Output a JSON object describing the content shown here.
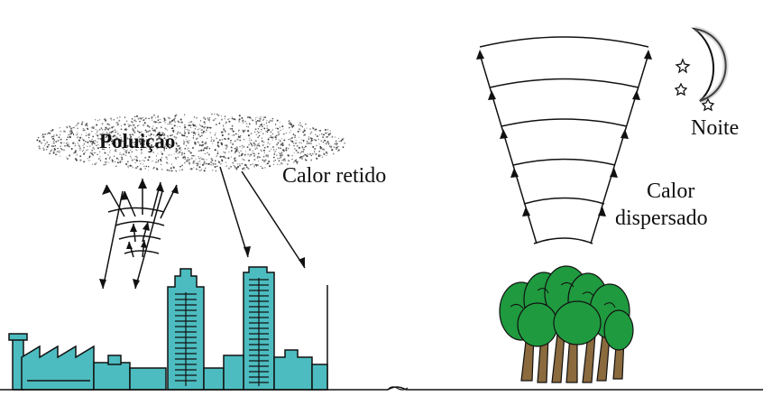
{
  "labels": {
    "pollution": "Poluição",
    "retained_heat": "Calor retido",
    "night": "Noite",
    "dispersed_heat_line1": "Calor",
    "dispersed_heat_line2": "dispersado"
  },
  "colors": {
    "building_fill": "#4cbcc0",
    "tree_green": "#1f9a3f",
    "trunk_brown": "#8b6a3e",
    "ink": "#111111"
  }
}
